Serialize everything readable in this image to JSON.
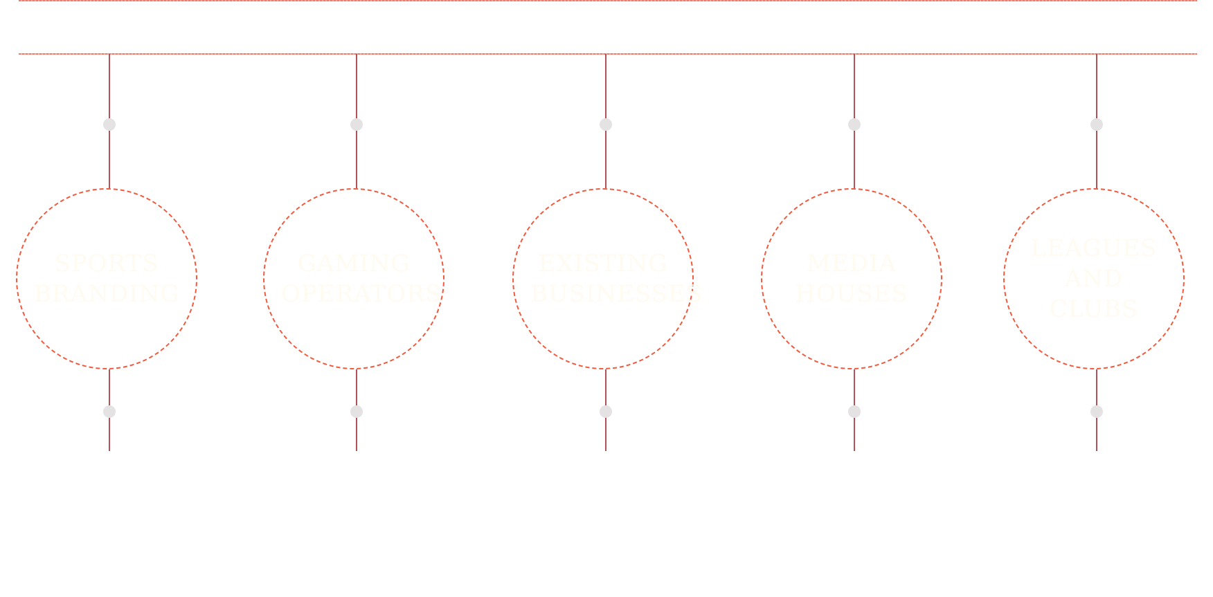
{
  "header": {
    "title": ""
  },
  "nodes": [
    {
      "label": "SPORTS\nBRANDING"
    },
    {
      "label": "GAMING\nOPERATORS"
    },
    {
      "label": "EXISTING\nBUSINESSES"
    },
    {
      "label": "MEDIA\nHOUSES"
    },
    {
      "label": "LEAGUES\nAND\nCLUBS"
    }
  ],
  "colors": {
    "rule": "#f07a66",
    "stem": "#b3515a",
    "circle_border": "#f05a3e",
    "dot": "#e4e2e2",
    "label_text": "#fffbf1"
  }
}
